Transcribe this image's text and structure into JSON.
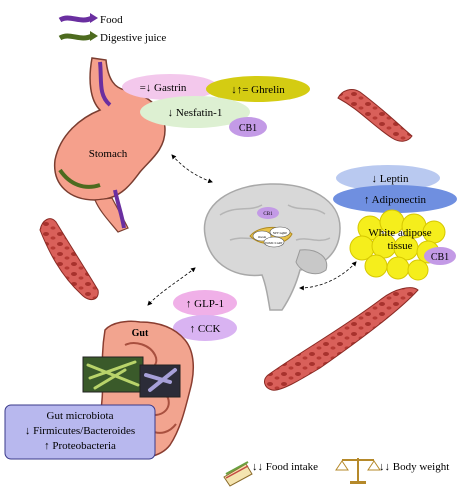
{
  "legend": {
    "food": "Food",
    "juice": "Digestive juice"
  },
  "stomach": {
    "label": "Stomach",
    "gastrin": "=↓ Gastrin",
    "ghrelin": "↓↑= Ghrelin",
    "nesfatin": "↓ Nesfatin-1",
    "cb1": "CB1"
  },
  "adipose": {
    "leptin": "↓ Leptin",
    "adiponectin": "↑ Adiponectin",
    "tissue_line1": "White adipose",
    "tissue_line2": "tissue",
    "cb1": "CB1"
  },
  "brain": {
    "cb1": "CB1",
    "label_a": "Orexin",
    "label_b": "NPY/AgRP",
    "label_c": "POMC/CART"
  },
  "gut": {
    "label": "Gut",
    "glp1": "↑ GLP-1",
    "cck": "↑ CCK",
    "microbiota_title": "Gut microbiota",
    "microbiota_line2": "↓ Firmicutes/Bacteroides",
    "microbiota_line3": "↑ Proteobacteria"
  },
  "outcomes": {
    "food_intake": "↓↓ Food intake",
    "body_weight": "↓↓ Body weight"
  },
  "colors": {
    "food_arrow": "#6a2fa0",
    "juice_arrow": "#4d6b1f",
    "gastrin": "#f3c8ec",
    "ghrelin": "#d4cc12",
    "nesfatin": "#ddf0d2",
    "cb1": "#c39ae6",
    "leptin": "#b9c9f0",
    "adiponectin": "#6f8fe0",
    "adipose": "#f5ee1c",
    "glp1": "#f0b0e8",
    "cck": "#d9b3f2",
    "microbiota": "#b8b8ee",
    "vessel": "#c44a42"
  }
}
